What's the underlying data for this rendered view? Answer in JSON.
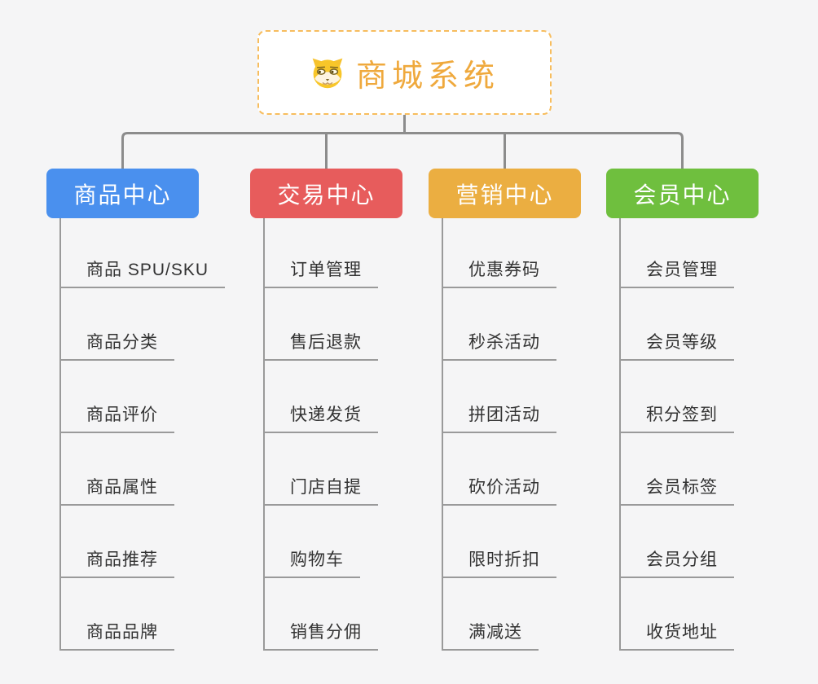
{
  "page": {
    "background": "#f5f5f6"
  },
  "root": {
    "title": "商城系统",
    "icon": "dog-face-icon",
    "text_color": "#efa93d",
    "border_color": "#f7bd5e"
  },
  "branches": [
    {
      "label": "商品中心",
      "color": "#4a90ee",
      "children": [
        "商品 SPU/SKU",
        "商品分类",
        "商品评价",
        "商品属性",
        "商品推荐",
        "商品品牌"
      ]
    },
    {
      "label": "交易中心",
      "color": "#e75c5c",
      "children": [
        "订单管理",
        "售后退款",
        "快递发货",
        "门店自提",
        "购物车",
        "销售分佣"
      ]
    },
    {
      "label": "营销中心",
      "color": "#ebae41",
      "children": [
        "优惠券码",
        "秒杀活动",
        "拼团活动",
        "砍价活动",
        "限时折扣",
        "满减送"
      ]
    },
    {
      "label": "会员中心",
      "color": "#6fbf3e",
      "children": [
        "会员管理",
        "会员等级",
        "积分签到",
        "会员标签",
        "会员分组",
        "收货地址"
      ]
    }
  ],
  "connector_color": "#8c8c8c",
  "child_line_color": "#9a9a9a",
  "text_color": "#333333"
}
